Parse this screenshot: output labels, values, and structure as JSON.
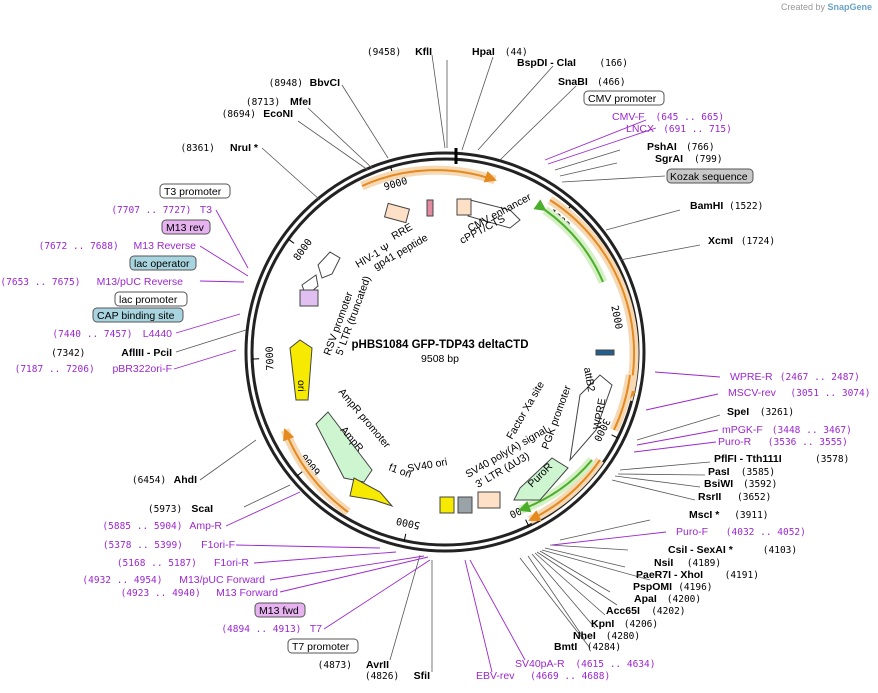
{
  "credit": {
    "prefix": "Created by",
    "brand": "SnapGene"
  },
  "plasmid": {
    "name": "pHBS1084 GFP-TDP43 deltaCTD",
    "length_label": "9508 bp",
    "length": 9508
  },
  "ticks": [
    {
      "label": "1000",
      "bp": 1000
    },
    {
      "label": "2000",
      "bp": 2000
    },
    {
      "label": "3000",
      "bp": 3000
    },
    {
      "label": "4000",
      "bp": 4000
    },
    {
      "label": "5000",
      "bp": 5000
    },
    {
      "label": "6000",
      "bp": 6000
    },
    {
      "label": "7000",
      "bp": 7000
    },
    {
      "label": "8000",
      "bp": 8000
    },
    {
      "label": "9000",
      "bp": 9000
    }
  ],
  "enzymes_left": [
    {
      "pos": "(9458)",
      "name": "KflI"
    },
    {
      "pos": "(8948)",
      "name": "BbvCI"
    },
    {
      "pos": "(8713)",
      "name": "MfeI"
    },
    {
      "pos": "(8694)",
      "name": "EcoNI"
    },
    {
      "pos": "(8361)",
      "name": "NruI *"
    },
    {
      "pos": "(7342)",
      "name": "AflIII - PciI"
    },
    {
      "pos": "(6454)",
      "name": "AhdI"
    },
    {
      "pos": "(5973)",
      "name": "ScaI"
    },
    {
      "pos": "(4873)",
      "name": "AvrII"
    },
    {
      "pos": "(4826)",
      "name": "SfiI"
    }
  ],
  "enzymes_right": [
    {
      "name": "HpaI",
      "pos": "(44)"
    },
    {
      "name": "BspDI - ClaI",
      "pos": "(166)"
    },
    {
      "name": "SnaBI",
      "pos": "(466)"
    },
    {
      "name": "PshAI",
      "pos": "(766)"
    },
    {
      "name": "SgrAI",
      "pos": "(799)"
    },
    {
      "name": "BamHI",
      "pos": "(1522)"
    },
    {
      "name": "XcmI",
      "pos": "(1724)"
    },
    {
      "name": "SpeI",
      "pos": "(3261)"
    },
    {
      "name": "PflFI - Tth111I",
      "pos": "(3578)"
    },
    {
      "name": "PasI",
      "pos": "(3585)"
    },
    {
      "name": "BsiWI",
      "pos": "(3592)"
    },
    {
      "name": "RsrII",
      "pos": "(3652)"
    },
    {
      "name": "MscI *",
      "pos": "(3911)"
    },
    {
      "name": "CsiI - SexAI *",
      "pos": "(4103)"
    },
    {
      "name": "NsiI",
      "pos": "(4189)"
    },
    {
      "name": "PaeR7I - XhoI",
      "pos": "(4191)"
    },
    {
      "name": "PspOMI",
      "pos": "(4196)"
    },
    {
      "name": "ApaI",
      "pos": "(4200)"
    },
    {
      "name": "Acc65I",
      "pos": "(4202)"
    },
    {
      "name": "KpnI",
      "pos": "(4206)"
    },
    {
      "name": "NheI",
      "pos": "(4280)"
    },
    {
      "name": "BmtI",
      "pos": "(4284)"
    }
  ],
  "primers_left": [
    {
      "pos": "(7707 .. 7727)",
      "name": "T3"
    },
    {
      "pos": "(7672 .. 7688)",
      "name": "M13 Reverse"
    },
    {
      "pos": "(7653 .. 7675)",
      "name": "M13/pUC Reverse"
    },
    {
      "pos": "(7440 .. 7457)",
      "name": "L4440"
    },
    {
      "pos": "(7187 .. 7206)",
      "name": "pBR322ori-F"
    },
    {
      "pos": "(5885 .. 5904)",
      "name": "Amp-R"
    },
    {
      "pos": "(5378 .. 5399)",
      "name": "F1ori-F"
    },
    {
      "pos": "(5168 .. 5187)",
      "name": "F1ori-R"
    },
    {
      "pos": "(4932 .. 4954)",
      "name": "M13/pUC Forward"
    },
    {
      "pos": "(4923 .. 4940)",
      "name": "M13 Forward"
    },
    {
      "pos": "(4894 .. 4913)",
      "name": "T7"
    }
  ],
  "primers_right": [
    {
      "name": "CMV-F",
      "pos": "(645 .. 665)"
    },
    {
      "name": "LNCX",
      "pos": "(691 .. 715)"
    },
    {
      "name": "WPRE-R",
      "pos": "(2467 .. 2487)"
    },
    {
      "name": "MSCV-rev",
      "pos": "(3051 .. 3074)"
    },
    {
      "name": "mPGK-F",
      "pos": "(3448 .. 3467)"
    },
    {
      "name": "Puro-R",
      "pos": "(3536 .. 3555)"
    },
    {
      "name": "Puro-F",
      "pos": "(4032 .. 4052)"
    }
  ],
  "primers_bottom": [
    {
      "name": "SV40pA-R",
      "pos": "(4615 .. 4634)"
    },
    {
      "name": "EBV-rev",
      "pos": "(4669 .. 4688)"
    }
  ],
  "boxed_features": {
    "cmv_promoter": "CMV promoter",
    "kozak": "Kozak sequence",
    "t3_promoter": "T3 promoter",
    "m13_rev": "M13 rev",
    "lac_operator": "lac operator",
    "lac_promoter": "lac promoter",
    "cap_site": "CAP binding site",
    "m13_fwd": "M13 fwd",
    "t7_promoter": "T7 promoter"
  },
  "inner_features": {
    "cmv_enhancer": "CMV enhancer",
    "cppt": "cPPT/CTS",
    "hiv1": "HIV-1 Ψ",
    "rre": "RRE",
    "gp41": "gp41 peptide",
    "rsv": "RSV promoter",
    "ltr5": "5' LTR (truncated)",
    "ori": "ori",
    "ampr_promoter": "AmpR promoter",
    "ampr": "AmpR",
    "f1ori": "f1 ori",
    "sv40ori": "SV40 ori",
    "sv40polya": "SV40 poly(A) signal",
    "ltr3": "3' LTR (ΔU3)",
    "puror": "PuroR",
    "pgk": "PGK promoter",
    "wpre": "WPRE",
    "factorxa": "Factor Xa site",
    "attb2": "attB2"
  },
  "colors": {
    "primer": "#9c27d0",
    "orange_feature": "#e58a1f",
    "green_feature": "#4caf2c",
    "ori_yellow": "#f5ea00",
    "ampr_green": "#ccf5d0",
    "boxed_blue": "#a8d4df",
    "boxed_purple": "#e6b3f0",
    "boxed_gray": "#c8c8c8"
  }
}
